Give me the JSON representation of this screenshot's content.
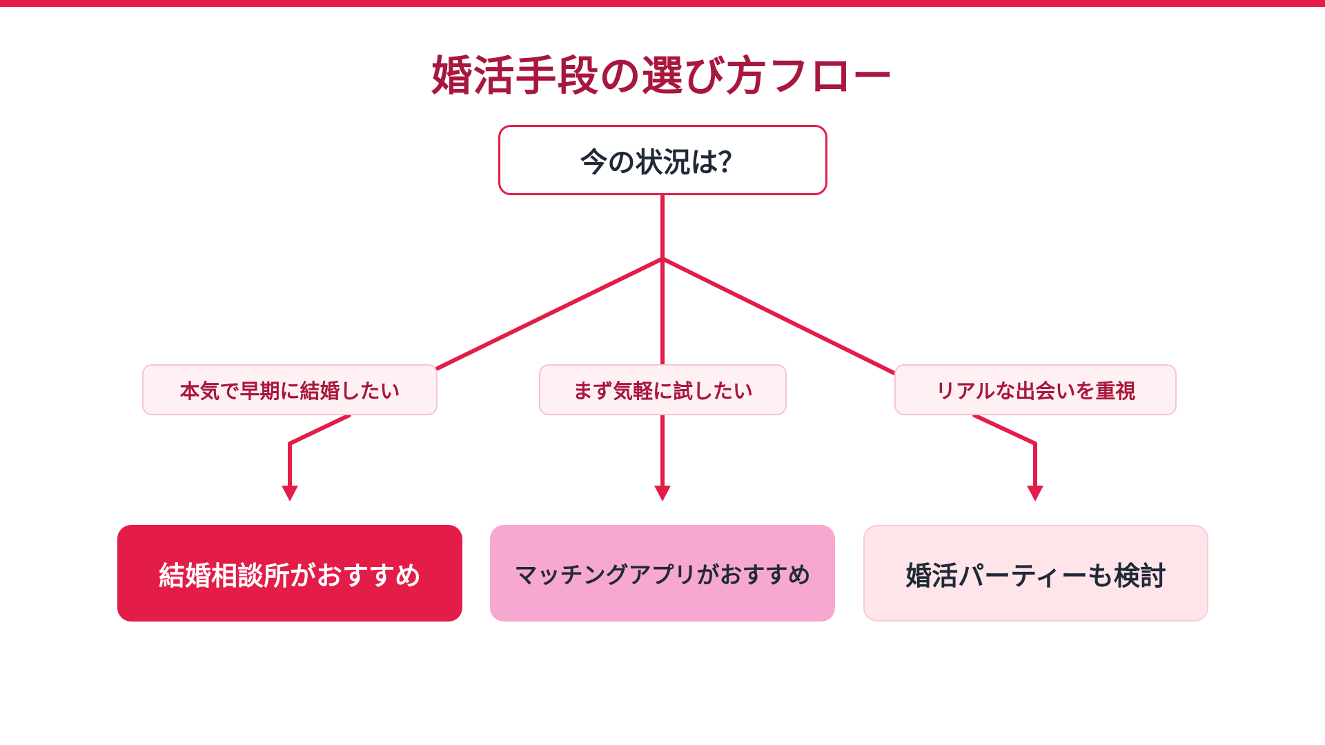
{
  "title": "婚活手段の選び方フロー",
  "start": "今の状況は？",
  "branches": [
    {
      "condition": "本気で早期に結婚したい",
      "result": "結婚相談所がおすすめ"
    },
    {
      "condition": "まず気軽に試したい",
      "result": "マッチングアプリがおすすめ"
    },
    {
      "condition": "リアルな出会いを重視",
      "result": "婚活パーティーも検討"
    }
  ],
  "colors": {
    "accent": "#e31c48",
    "title": "#a8173d",
    "condition_bg": "#fff1f3",
    "result_1_bg": "#e31c48",
    "result_2_bg": "#f7a8d1",
    "result_3_bg": "#ffe5e9",
    "dark_text": "#1f2937"
  }
}
